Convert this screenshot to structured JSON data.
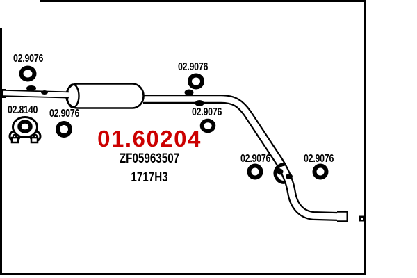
{
  "diagram": {
    "part": {
      "main": "01.60204",
      "oe_ref": "ZF05963507",
      "alt_ref": "1717H3"
    },
    "callouts": {
      "clamp": "02.9076",
      "gasket": "02.8140"
    },
    "colors": {
      "accent": "#cc0000",
      "line": "#000000",
      "background": "#ffffff"
    },
    "icons": [
      "clamp-ring-icon",
      "gasket-icon",
      "hanger-hook-icon",
      "mount-square-icon"
    ]
  }
}
